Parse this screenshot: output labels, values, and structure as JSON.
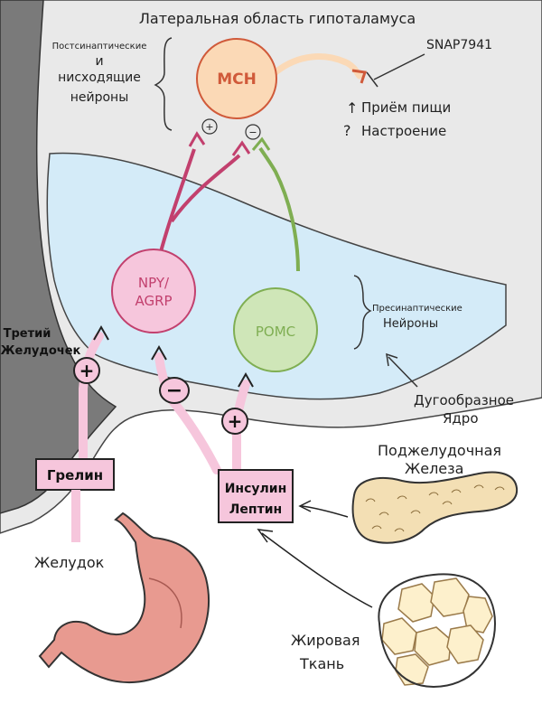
{
  "colors": {
    "hypothalamus": "#e9e9e9",
    "arcuate": "#d4ebf8",
    "ventricle": "#7a7a7a",
    "mch_fill": "#fbd9b6",
    "mch_stroke": "#d05a3a",
    "npy_fill": "#f6c6dc",
    "npy_stroke": "#c2406e",
    "pomc_fill": "#cfe6b8",
    "pomc_stroke": "#7fae52",
    "stomach_fill": "#e89a90",
    "pancreas_fill": "#f3dfb4",
    "fat_fill": "#fdf0cc",
    "hormone_box": "#f6c6dc"
  },
  "labels": {
    "lateral_area": "Латеральная область гипоталамуса",
    "postsynaptic_1": "Постсинаптические",
    "postsynaptic_2": "и",
    "postsynaptic_3": "нисходящие",
    "postsynaptic_4": "нейроны",
    "mch": "MCH",
    "snap": "SNAP7941",
    "food_arrow": "↑",
    "food_intake": "Приём пищи",
    "mood_mark": "?",
    "mood": "Настроение",
    "sign_plus": "+",
    "sign_minus": "−",
    "npy_1": "NPY/",
    "npy_2": "AGRP",
    "pomc": "POMC",
    "presynaptic_1": "Пресинаптические",
    "presynaptic_2": "Нейроны",
    "third_1": "Третий",
    "third_2": "Желудочек",
    "arcuate_1": "Дугообразное",
    "arcuate_2": "Ядро",
    "pancreas_1": "Поджелудочная",
    "pancreas_2": "Железа",
    "ghrelin": "Грелин",
    "insulin": "Инсулин",
    "leptin": "Лептин",
    "stomach": "Желудок",
    "fat_1": "Жировая",
    "fat_2": "Ткань"
  }
}
